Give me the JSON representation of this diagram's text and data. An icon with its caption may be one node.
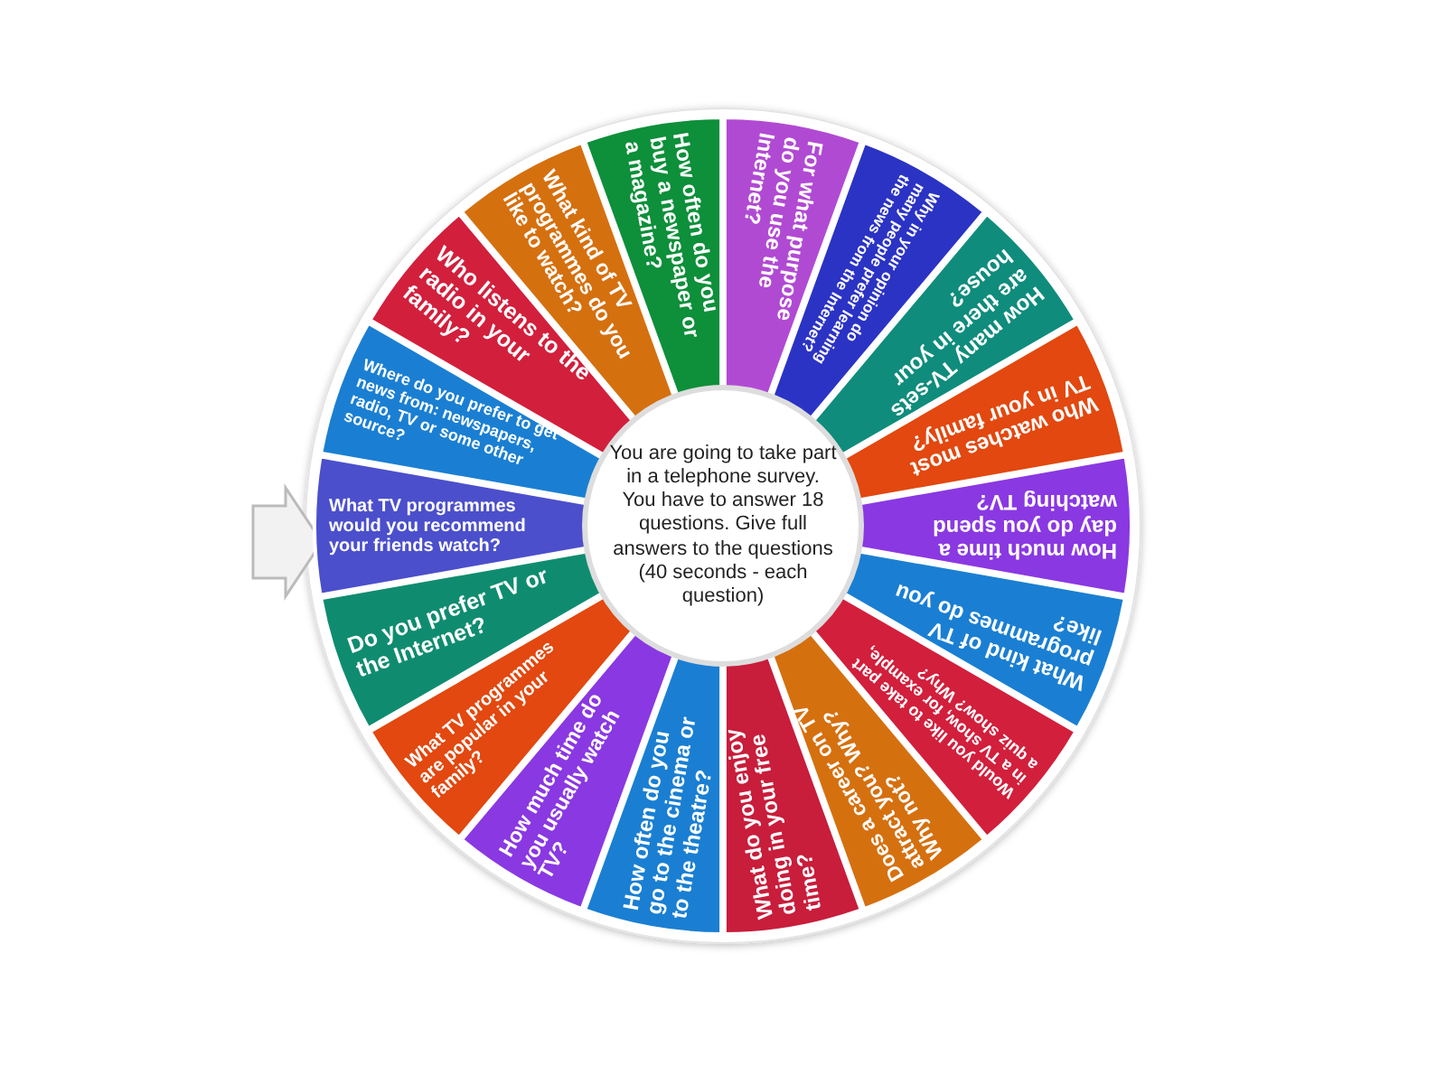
{
  "diagram": {
    "nodes": [
      {
        "text": [
          "You are going to take part in a telephone survey. You have to answer 18 questions. Give full answers to the questions (40 seconds - each question)"
        ]
      },
      {
        "text": [
          "What TV programmes would you recommend your friends watch?"
        ]
      },
      {
        "text": [
          "Where do you prefer to get news from: newspapers, radio, TV or some other source?"
        ]
      },
      {
        "text": [
          "Who listens to the radio in your family?"
        ]
      },
      {
        "text": [
          "What kind of TV programmes do you like to watch?"
        ]
      },
      {
        "text": [
          "How often do you buy a newspaper or a magazine?"
        ]
      },
      {
        "text": [
          "For what purpose do you use the Internet?"
        ]
      },
      {
        "text": [
          "Why in your opinion do many people prefer learning the news from the Internet?"
        ]
      },
      {
        "text": [
          "How many TV-sets are there in your house?"
        ]
      },
      {
        "text": [
          "Who watches most TV in your family?"
        ]
      },
      {
        "text": [
          "How much time a day do you spend watching TV?"
        ]
      },
      {
        "text": [
          "What kind of TV programmes do you like?"
        ]
      },
      {
        "text": [
          "Would you like to take part in a TV show, for example, a quiz show? Why?"
        ]
      },
      {
        "text": [
          "Does a career on TV attract you? Why? Why not?"
        ]
      },
      {
        "text": [
          "What do you enjoy doing in your free time?"
        ]
      },
      {
        "text": [
          "How often do you go to the cinema or to the theatre?"
        ]
      },
      {
        "text": [
          "How much time do you usually watch TV?"
        ]
      },
      {
        "text": [
          "What TV programmes are popular in your family?"
        ]
      },
      {
        "text": [
          "Do you prefer TV or the Internet?"
        ]
      }
    ]
  }
}
